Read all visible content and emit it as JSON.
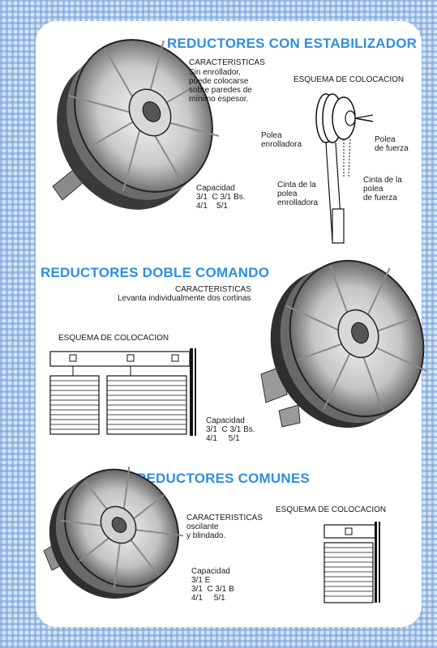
{
  "sections": [
    {
      "title": "REDUCTORES CON ESTABILIZADOR",
      "features_heading": "CARACTERISTICAS",
      "features_lines": [
        "Sin enrollador,",
        "puede colocarse",
        "sobre paredes de",
        "mínimo espesor."
      ],
      "diagram_title": "ESQUEMA DE COLOCACION",
      "diagram_labels": {
        "polea_enrolladora": [
          "Polea",
          "enrolladora"
        ],
        "polea_fuerza": [
          "Polea",
          "de fuerza"
        ],
        "cinta_enrolladora": [
          "Cinta de la",
          "polea",
          "enrolladora"
        ],
        "cinta_fuerza": [
          "Cinta de la",
          "polea",
          "de fuerza"
        ]
      },
      "capacity_heading": "Capacidad",
      "capacity_lines": [
        "3/1  C 3/1 Bs.",
        "4/1    5/1"
      ]
    },
    {
      "title": "REDUCTORES DOBLE COMANDO",
      "features_heading": "CARACTERISTICAS",
      "features_lines": [
        "Levanta individualmente dos cortinas"
      ],
      "diagram_title": "ESQUEMA DE COLOCACION",
      "capacity_heading": "Capacidad",
      "capacity_lines": [
        "3/1  C 3/1 Bs.",
        "4/1     5/1"
      ]
    },
    {
      "title": "REDUCTORES COMUNES",
      "features_heading": "CARACTERISTICAS",
      "features_lines": [
        "oscilante",
        "y blindado."
      ],
      "diagram_title": "ESQUEMA DE COLOCACION",
      "capacity_heading": "Capacidad",
      "capacity_lines": [
        "3/1 E",
        "3/1  C 3/1 B",
        "4/1     5/1"
      ]
    }
  ],
  "colors": {
    "title_blue": "#2f8ee0",
    "background_gingham": "#d3e4f6"
  },
  "icons": [
    "reel-photo-icon",
    "pulley-diagram-icon",
    "shutter-diagram-icon"
  ]
}
